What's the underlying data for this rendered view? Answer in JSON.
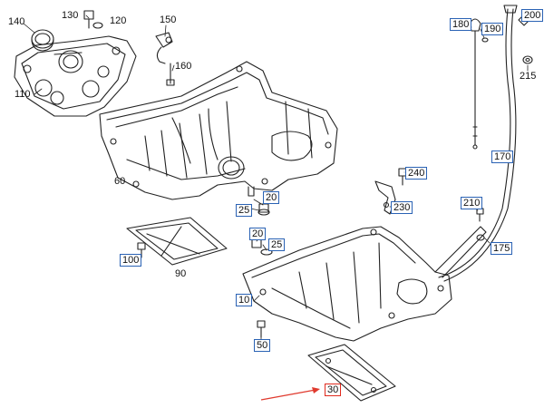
{
  "colors": {
    "box_border": "#2a62b4",
    "highlight_border": "#e02a1e",
    "arrow": "#e03a2e",
    "line": "#222222"
  },
  "labels": {
    "p130": "130",
    "p120": "120",
    "p140": "140",
    "p150": "150",
    "p160": "160",
    "p110": "110",
    "p60": "60",
    "p20a": "20",
    "p25a": "25",
    "p240": "240",
    "p230": "230",
    "p100": "100",
    "p90": "90",
    "p20b": "20",
    "p25b": "25",
    "p10": "10",
    "p50": "50",
    "p30": "30",
    "p180": "180",
    "p190": "190",
    "p200": "200",
    "p215": "215",
    "p170": "170",
    "p210": "210",
    "p175": "175"
  },
  "highlighted_part": "30",
  "pointer_arrow_target": "30"
}
